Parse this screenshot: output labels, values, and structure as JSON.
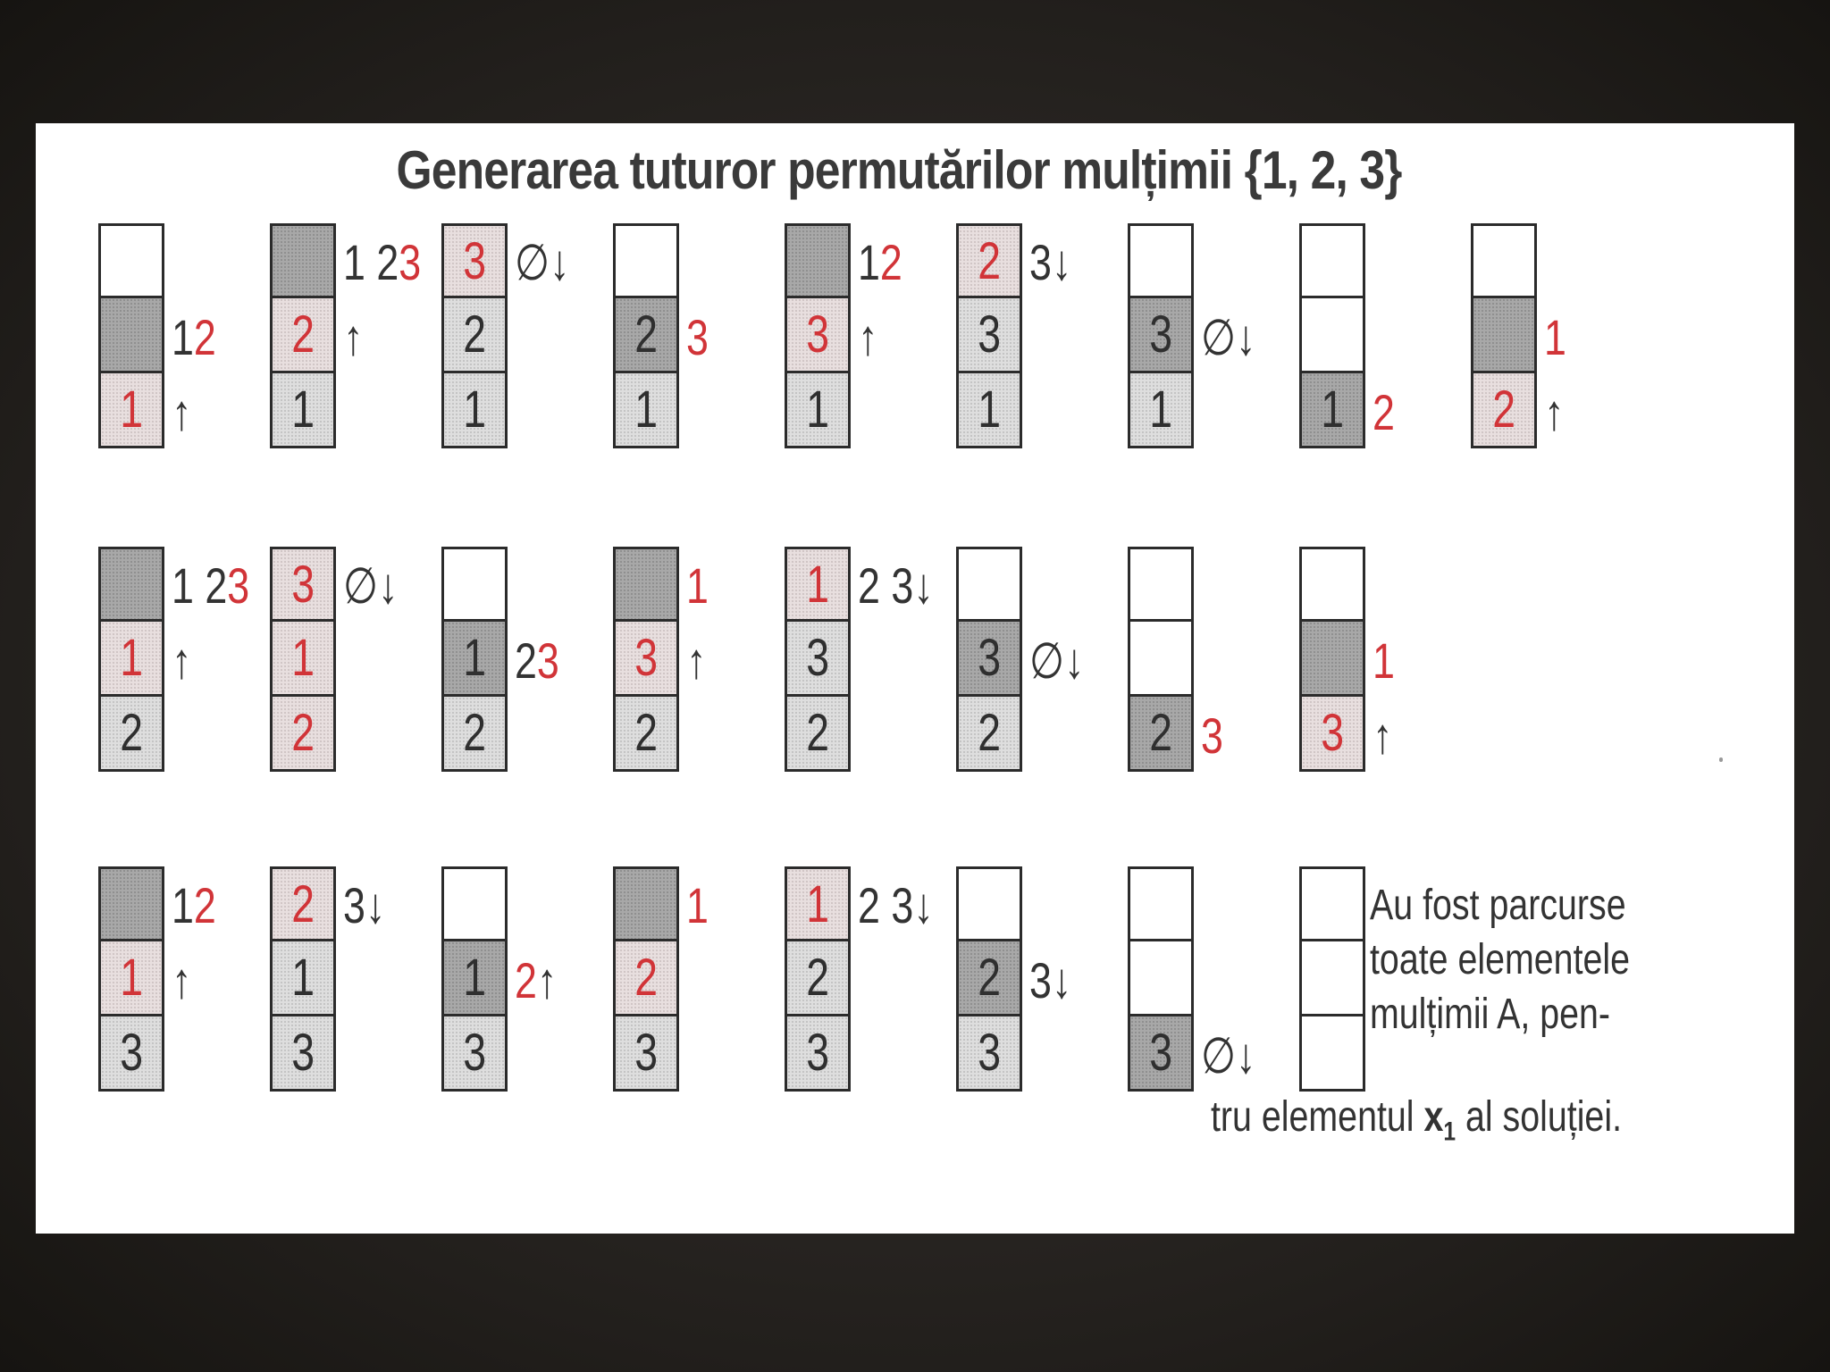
{
  "title": "Generarea tuturor permutărilor mulțimii {1, 2, 3}",
  "colors": {
    "accent_red": "#d13438",
    "text": "#333333",
    "dark_cell": "#a8a8a8",
    "light_cell": "#dedede"
  },
  "note": {
    "line1": "Au fost parcurse",
    "line2": "toate elementele",
    "line3": "mulțimii A, pen-",
    "line4_prefix": "tru elementul ",
    "line4_var": "x",
    "line4_sub": "1",
    "line4_suffix": " al soluției."
  },
  "stacks": [
    {
      "cells": [
        {
          "v": "",
          "s": "empty"
        },
        {
          "v": "",
          "s": "dark"
        },
        {
          "v": "1",
          "s": "light",
          "red": true
        }
      ],
      "annotations": [
        {
          "pos": 1,
          "parts": [
            {
              "t": "1"
            },
            {
              "t": "2",
              "red": true
            }
          ]
        },
        {
          "pos": 2,
          "parts": [
            {
              "t": "↑"
            }
          ]
        }
      ]
    },
    {
      "cells": [
        {
          "v": "",
          "s": "dark"
        },
        {
          "v": "2",
          "s": "light",
          "red": true
        },
        {
          "v": "1",
          "s": "light"
        }
      ],
      "annotations": [
        {
          "pos": 0,
          "parts": [
            {
              "t": "1 2"
            },
            {
              "t": "3",
              "red": true
            }
          ]
        },
        {
          "pos": 1,
          "parts": [
            {
              "t": "↑"
            }
          ]
        }
      ]
    },
    {
      "cells": [
        {
          "v": "3",
          "s": "light",
          "red": true
        },
        {
          "v": "2",
          "s": "light"
        },
        {
          "v": "1",
          "s": "light"
        }
      ],
      "annotations": [
        {
          "pos": 0,
          "parts": [
            {
              "t": "∅↓"
            }
          ]
        }
      ]
    },
    {
      "cells": [
        {
          "v": "",
          "s": "empty"
        },
        {
          "v": "2",
          "s": "dark"
        },
        {
          "v": "1",
          "s": "light"
        }
      ],
      "annotations": [
        {
          "pos": 1,
          "parts": [
            {
              "t": "3",
              "red": true
            }
          ]
        }
      ]
    },
    {
      "cells": [
        {
          "v": "",
          "s": "dark"
        },
        {
          "v": "3",
          "s": "light",
          "red": true
        },
        {
          "v": "1",
          "s": "light"
        }
      ],
      "annotations": [
        {
          "pos": 0,
          "parts": [
            {
              "t": "1"
            },
            {
              "t": "2",
              "red": true
            }
          ]
        },
        {
          "pos": 1,
          "parts": [
            {
              "t": "↑"
            }
          ]
        }
      ]
    },
    {
      "cells": [
        {
          "v": "2",
          "s": "light",
          "red": true
        },
        {
          "v": "3",
          "s": "light"
        },
        {
          "v": "1",
          "s": "light"
        }
      ],
      "annotations": [
        {
          "pos": 0,
          "parts": [
            {
              "t": "3↓"
            }
          ]
        }
      ]
    },
    {
      "cells": [
        {
          "v": "",
          "s": "empty"
        },
        {
          "v": "3",
          "s": "dark"
        },
        {
          "v": "1",
          "s": "light"
        }
      ],
      "annotations": [
        {
          "pos": 1,
          "parts": [
            {
              "t": "∅↓"
            }
          ]
        }
      ]
    },
    {
      "cells": [
        {
          "v": "",
          "s": "empty"
        },
        {
          "v": "",
          "s": "empty"
        },
        {
          "v": "1",
          "s": "dark"
        }
      ],
      "annotations": [
        {
          "pos": 2,
          "parts": [
            {
              "t": "2",
              "red": true
            }
          ]
        }
      ]
    },
    {
      "cells": [
        {
          "v": "",
          "s": "empty"
        },
        {
          "v": "",
          "s": "dark"
        },
        {
          "v": "2",
          "s": "light",
          "red": true
        }
      ],
      "annotations": [
        {
          "pos": 1,
          "parts": [
            {
              "t": "1",
              "red": true
            }
          ]
        },
        {
          "pos": 2,
          "parts": [
            {
              "t": "↑"
            }
          ]
        }
      ]
    },
    {
      "cells": [
        {
          "v": "",
          "s": "dark"
        },
        {
          "v": "1",
          "s": "light",
          "red": true
        },
        {
          "v": "2",
          "s": "light"
        }
      ],
      "annotations": [
        {
          "pos": 0,
          "parts": [
            {
              "t": "1 2"
            },
            {
              "t": "3",
              "red": true
            }
          ]
        },
        {
          "pos": 1,
          "parts": [
            {
              "t": "↑"
            }
          ]
        }
      ]
    },
    {
      "cells": [
        {
          "v": "3",
          "s": "light",
          "red": true
        },
        {
          "v": "1",
          "s": "light",
          "red": true
        },
        {
          "v": "2",
          "s": "light",
          "red": true
        }
      ],
      "annotations": [
        {
          "pos": 0,
          "parts": [
            {
              "t": "∅↓"
            }
          ]
        }
      ]
    },
    {
      "cells": [
        {
          "v": "",
          "s": "empty"
        },
        {
          "v": "1",
          "s": "dark"
        },
        {
          "v": "2",
          "s": "light"
        }
      ],
      "annotations": [
        {
          "pos": 1,
          "parts": [
            {
              "t": "2"
            },
            {
              "t": "3",
              "red": true
            }
          ]
        }
      ]
    },
    {
      "cells": [
        {
          "v": "",
          "s": "dark"
        },
        {
          "v": "3",
          "s": "light",
          "red": true
        },
        {
          "v": "2",
          "s": "light"
        }
      ],
      "annotations": [
        {
          "pos": 0,
          "parts": [
            {
              "t": "1",
              "red": true
            }
          ]
        },
        {
          "pos": 1,
          "parts": [
            {
              "t": "↑"
            }
          ]
        }
      ]
    },
    {
      "cells": [
        {
          "v": "1",
          "s": "light",
          "red": true
        },
        {
          "v": "3",
          "s": "light"
        },
        {
          "v": "2",
          "s": "light"
        }
      ],
      "annotations": [
        {
          "pos": 0,
          "parts": [
            {
              "t": "2 3↓"
            }
          ]
        }
      ]
    },
    {
      "cells": [
        {
          "v": "",
          "s": "empty"
        },
        {
          "v": "3",
          "s": "dark"
        },
        {
          "v": "2",
          "s": "light"
        }
      ],
      "annotations": [
        {
          "pos": 1,
          "parts": [
            {
              "t": "∅↓"
            }
          ]
        }
      ]
    },
    {
      "cells": [
        {
          "v": "",
          "s": "empty"
        },
        {
          "v": "",
          "s": "empty"
        },
        {
          "v": "2",
          "s": "dark"
        }
      ],
      "annotations": [
        {
          "pos": 2,
          "parts": [
            {
              "t": "3",
              "red": true
            }
          ]
        }
      ]
    },
    {
      "cells": [
        {
          "v": "",
          "s": "empty"
        },
        {
          "v": "",
          "s": "dark"
        },
        {
          "v": "3",
          "s": "light",
          "red": true
        }
      ],
      "annotations": [
        {
          "pos": 1,
          "parts": [
            {
              "t": "1",
              "red": true
            }
          ]
        },
        {
          "pos": 2,
          "parts": [
            {
              "t": "↑"
            }
          ]
        }
      ]
    },
    {
      "cells": [
        {
          "v": "",
          "s": "dark"
        },
        {
          "v": "1",
          "s": "light",
          "red": true
        },
        {
          "v": "3",
          "s": "light"
        }
      ],
      "annotations": [
        {
          "pos": 0,
          "parts": [
            {
              "t": "1"
            },
            {
              "t": "2",
              "red": true
            }
          ]
        },
        {
          "pos": 1,
          "parts": [
            {
              "t": "↑"
            }
          ]
        }
      ]
    },
    {
      "cells": [
        {
          "v": "2",
          "s": "light",
          "red": true
        },
        {
          "v": "1",
          "s": "light"
        },
        {
          "v": "3",
          "s": "light"
        }
      ],
      "annotations": [
        {
          "pos": 0,
          "parts": [
            {
              "t": "3↓"
            }
          ]
        }
      ]
    },
    {
      "cells": [
        {
          "v": "",
          "s": "empty"
        },
        {
          "v": "1",
          "s": "dark"
        },
        {
          "v": "3",
          "s": "light"
        }
      ],
      "annotations": [
        {
          "pos": 1,
          "parts": [
            {
              "t": "2",
              "red": true
            },
            {
              "t": "↑"
            }
          ]
        }
      ]
    },
    {
      "cells": [
        {
          "v": "",
          "s": "dark"
        },
        {
          "v": "2",
          "s": "light",
          "red": true
        },
        {
          "v": "3",
          "s": "light"
        }
      ],
      "annotations": [
        {
          "pos": 0,
          "parts": [
            {
              "t": "1",
              "red": true
            }
          ]
        }
      ]
    },
    {
      "cells": [
        {
          "v": "1",
          "s": "light",
          "red": true
        },
        {
          "v": "2",
          "s": "light"
        },
        {
          "v": "3",
          "s": "light"
        }
      ],
      "annotations": [
        {
          "pos": 0,
          "parts": [
            {
              "t": "2 3↓"
            }
          ]
        }
      ]
    },
    {
      "cells": [
        {
          "v": "",
          "s": "empty"
        },
        {
          "v": "2",
          "s": "dark"
        },
        {
          "v": "3",
          "s": "light"
        }
      ],
      "annotations": [
        {
          "pos": 1,
          "parts": [
            {
              "t": "3↓"
            }
          ]
        }
      ]
    },
    {
      "cells": [
        {
          "v": "",
          "s": "empty"
        },
        {
          "v": "",
          "s": "empty"
        },
        {
          "v": "3",
          "s": "dark"
        }
      ],
      "annotations": [
        {
          "pos": 2,
          "parts": [
            {
              "t": "∅↓"
            }
          ]
        }
      ]
    },
    {
      "cells": [
        {
          "v": "",
          "s": "empty"
        },
        {
          "v": "",
          "s": "empty"
        },
        {
          "v": "",
          "s": "empty"
        }
      ],
      "annotations": []
    }
  ]
}
